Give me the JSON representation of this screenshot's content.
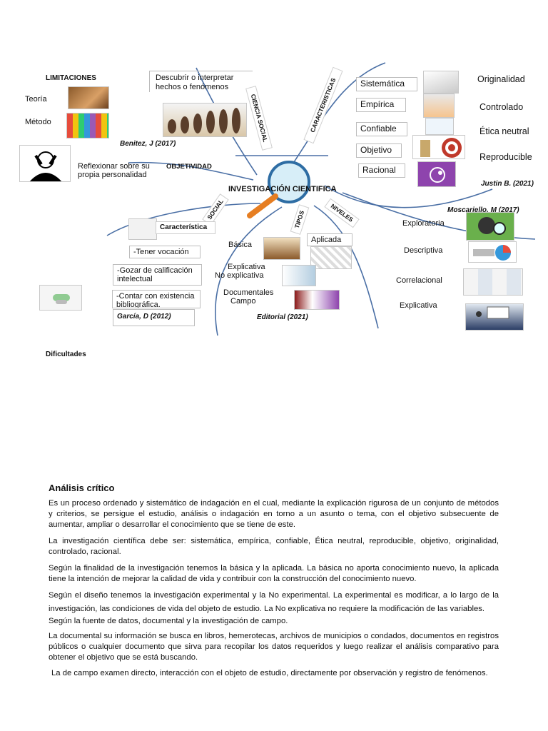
{
  "map": {
    "center_title": "INVESTIGACIÓN CIENTIFICA",
    "limitaciones": {
      "title": "LIMITACIONES",
      "items": [
        "Teoría",
        "Método"
      ]
    },
    "ciencia_social": {
      "band": "CIENCIA SOCIAL",
      "text": [
        "Descubrir o interpretar",
        "hechos o fenómenos"
      ],
      "citation": "Benitez, J (2017)"
    },
    "objetividad": {
      "title": "OBJETIVIDAD",
      "text": [
        "Reflexionar sobre su",
        "propia personalidad"
      ]
    },
    "caracteristicas": {
      "band": "CARACTERISTICAS",
      "left": [
        "Sistemática",
        "Empírica",
        "Confiable",
        "Objetivo",
        "Racional"
      ],
      "right": [
        "Originalidad",
        "Controlado",
        "Ética neutral",
        "Reproducible"
      ],
      "citation": "Justin B. (2021)"
    },
    "social": {
      "band": "SOCIAL",
      "title": "Característica",
      "items": [
        "-Tener vocación",
        "-Gozar de calificación intelectual",
        "-Contar con existencia bibliográfica."
      ],
      "citation": "García, D (2012)"
    },
    "tipos": {
      "band": "TIPOS",
      "items": [
        "Básica",
        "Aplicada",
        "Explicativa",
        "No explicativa",
        "Documentales",
        "Campo"
      ],
      "citation": "Editorial (2021)"
    },
    "niveles": {
      "band": "NIVELES",
      "citation": "Moscariello, M (2017)",
      "items": [
        "Exploratoria",
        "Descriptiva",
        "Correlacional",
        "Explicativa"
      ]
    },
    "dificultades": "Dificultades"
  },
  "analysis": {
    "title": "Análisis crítico",
    "paragraphs": [
      "Es un proceso ordenado y sistemático de indagación en el cual, mediante la explicación rigurosa de un conjunto de métodos y criterios, se persigue el estudio, análisis o indagación en torno a un asunto o tema, con el objetivo subsecuente de aumentar, ampliar o desarrollar el conocimiento que se tiene de este.",
      "La investigación científica debe ser: sistemática, empírica, confiable, Ética neutral, reproducible, objetivo, originalidad, controlado, racional.",
      "Según la finalidad de la investigación tenemos la básica y la aplicada. La básica no aporta conocimiento nuevo, la aplicada tiene la intención de mejorar la calidad de vida y contribuir con la construcción del conocimiento nuevo.",
      "Según el diseño tenemos la investigación experimental y la No experimental. La experimental es modificar, a lo largo de la investigación, las condiciones de vida del objeto de estudio. La No explicativa no requiere la modificación de las variables.",
      "Según la fuente de datos, documental y la investigación de campo.",
      "La documental su información se busca en libros, hemerotecas, archivos de municipios o condados, documentos en registros públicos o cualquier documento que sirva para recopilar los datos requeridos y luego realizar el análisis comparativo para obtener el objetivo que se está buscando.",
      "La de campo examen directo, interacción con el objeto de estudio, directamente por observación y registro de fenómenos."
    ]
  }
}
